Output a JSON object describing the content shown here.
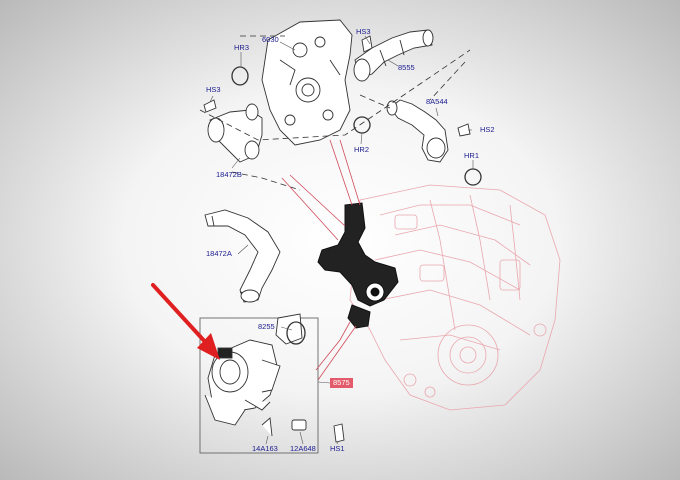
{
  "callouts": {
    "hr3": "HR3",
    "p6030": "6030",
    "hs3_top": "HS3",
    "hs3_left": "HS3",
    "p8555": "8555",
    "p8a544": "8A544",
    "hs2": "HS2",
    "hr2": "HR2",
    "hr1": "HR1",
    "p18472b": "18472B",
    "p18472a": "18472A",
    "p8255": "8255",
    "p8575": "8575",
    "p14a163": "14A163",
    "p12a648": "12A648",
    "hs1": "HS1"
  },
  "colors": {
    "callout_text": "#1b1b8f",
    "highlight": "#e35a6a",
    "arrow": "#e02020",
    "leader": "#d14a5a"
  }
}
